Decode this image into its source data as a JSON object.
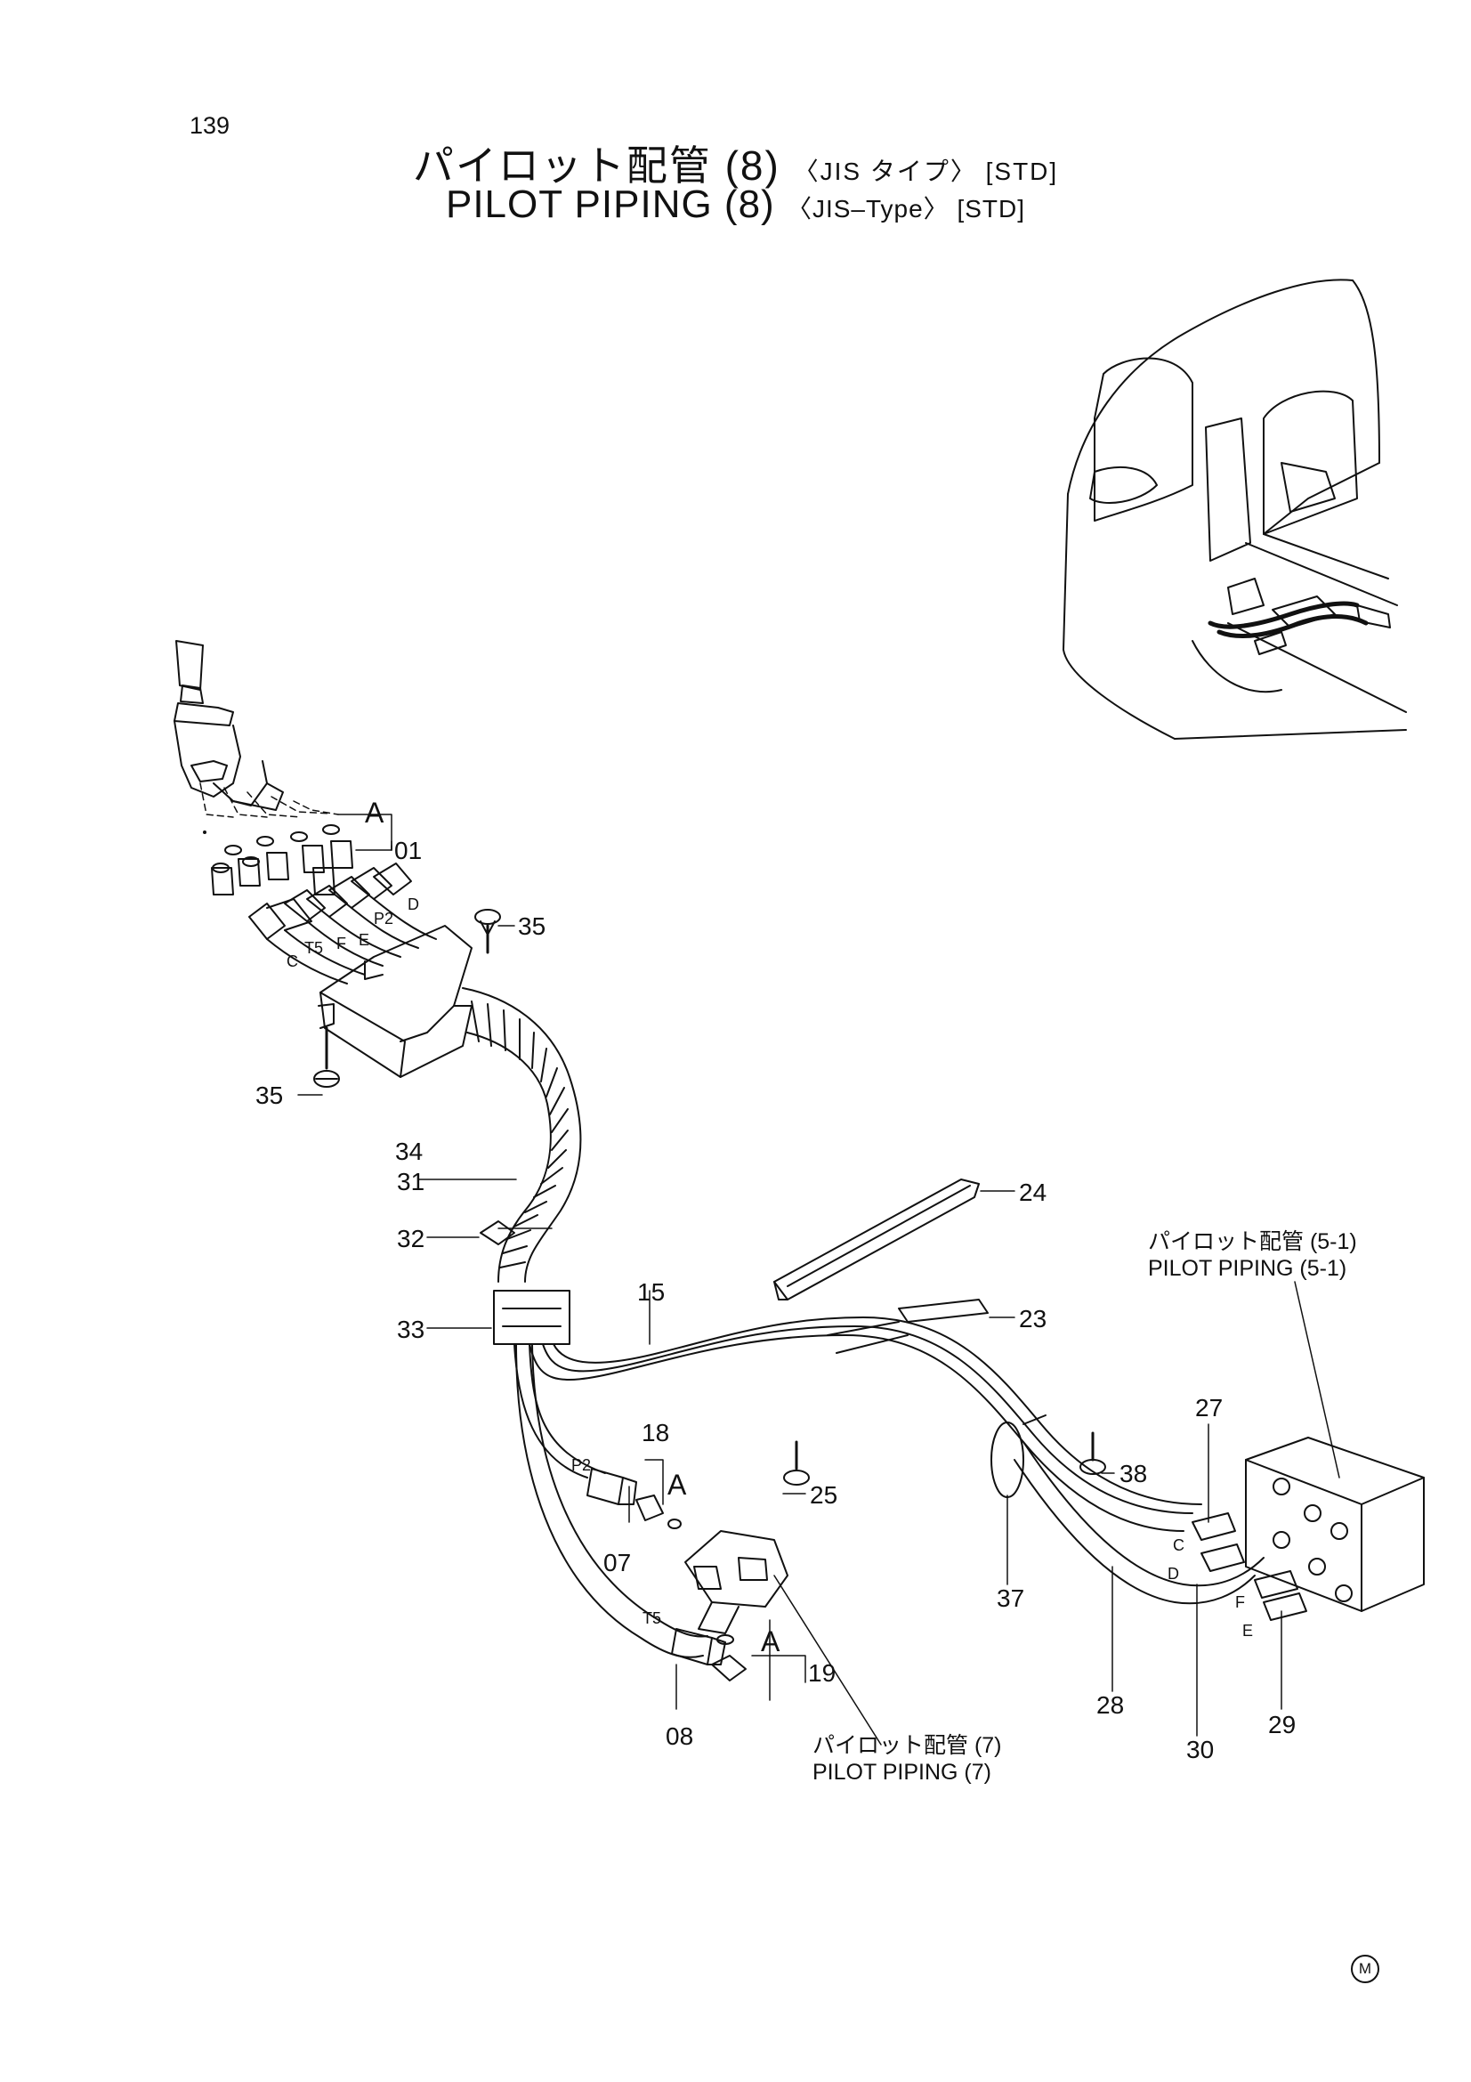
{
  "page_number": "139",
  "title": {
    "jp_main": "パイロット配管 (8)",
    "jp_tag": "〈JIS タイプ〉 [STD]",
    "en_main": "PILOT  PIPING  (8)",
    "en_tag": "〈JIS–Type〉 [STD]"
  },
  "callouts": {
    "p01": "01",
    "p07": "07",
    "p08": "08",
    "p15": "15",
    "p18": "18",
    "p19": "19",
    "p23": "23",
    "p24": "24",
    "p25": "25",
    "p27": "27",
    "p28": "28",
    "p29": "29",
    "p30": "30",
    "p31": "31",
    "p32": "32",
    "p33": "33",
    "p34": "34",
    "p35a": "35",
    "p35b": "35",
    "p37": "37",
    "p38": "38"
  },
  "group_marks": {
    "a_upper": "A",
    "a_mid": "A",
    "a_lower": "A"
  },
  "port_labels": {
    "p2_top": "P2",
    "d_top": "D",
    "t5_top": "T5",
    "f_top": "F",
    "e_top": "E",
    "c_top": "C",
    "p2_mid": "P2",
    "t5_mid": "T5",
    "c_right": "C",
    "d_right": "D",
    "f_right": "F",
    "e_right": "E"
  },
  "references": {
    "pp51_jp": "パイロット配管 (5-1)",
    "pp51_en": "PILOT  PIPING (5-1)",
    "pp7_jp": "パイロット配管 (7)",
    "pp7_en": "PILOT  PIPING (7)"
  },
  "corner_mark": "M"
}
